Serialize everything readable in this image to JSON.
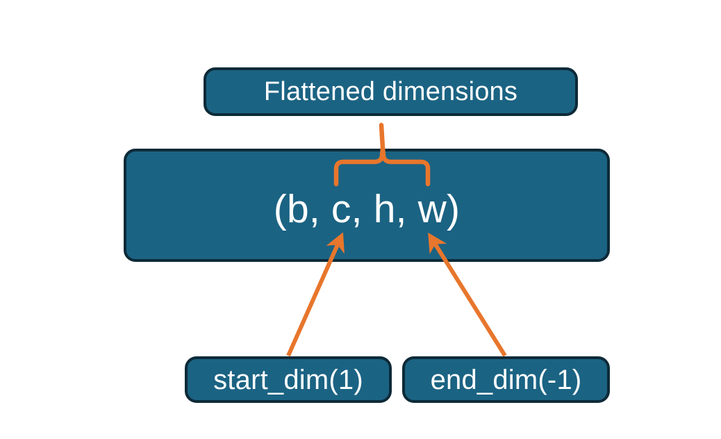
{
  "diagram": {
    "title_node": {
      "label": "Flattened dimensions"
    },
    "shape_node": {
      "label": "(b, c, h, w)"
    },
    "argument_nodes": [
      {
        "label": "start_dim(1)"
      },
      {
        "label": "end_dim(-1)"
      }
    ],
    "connectors": {
      "brace": {
        "name": "flattened-dims-brace",
        "spans_dims": "c, h, w"
      },
      "arrows": [
        {
          "name": "start-dim-arrow",
          "points_to": "c"
        },
        {
          "name": "end-dim-arrow",
          "points_to": "w"
        }
      ]
    },
    "colors": {
      "node_fill": "#1b6383",
      "node_border": "#0d2a38",
      "node_text": "#ffffff",
      "connector": "#e8762c",
      "background": "#ffffff"
    }
  }
}
